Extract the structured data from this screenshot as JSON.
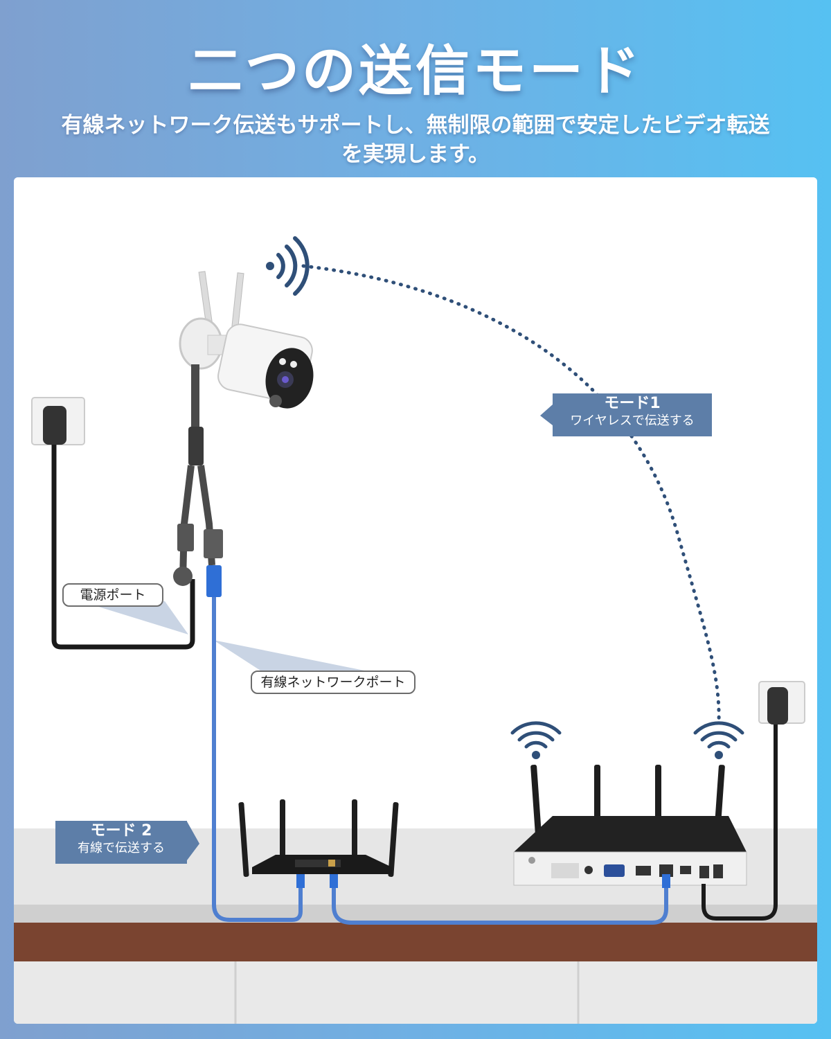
{
  "header": {
    "title": "二つの送信モード",
    "subtitle": "有線ネットワーク伝送もサポートし、無制限の範囲で安定したビデオ転送を実現します。"
  },
  "labels": {
    "mode1_title": "モード1",
    "mode1_desc": "ワイヤレスで伝送する",
    "mode2_title": "モード 2",
    "mode2_desc": "有線で伝送する",
    "power_port": "電源ポート",
    "network_port": "有線ネットワークポート"
  },
  "colors": {
    "background_left": "#7fa0cf",
    "background_right": "#56c1f2",
    "label_box": "#5d7ea8",
    "dotted_link": "#2f4f78",
    "network_cable": "#4f7fd0"
  },
  "icons": [
    "wifi-signal-icon",
    "wifi-icon",
    "power-outlet-icon"
  ]
}
